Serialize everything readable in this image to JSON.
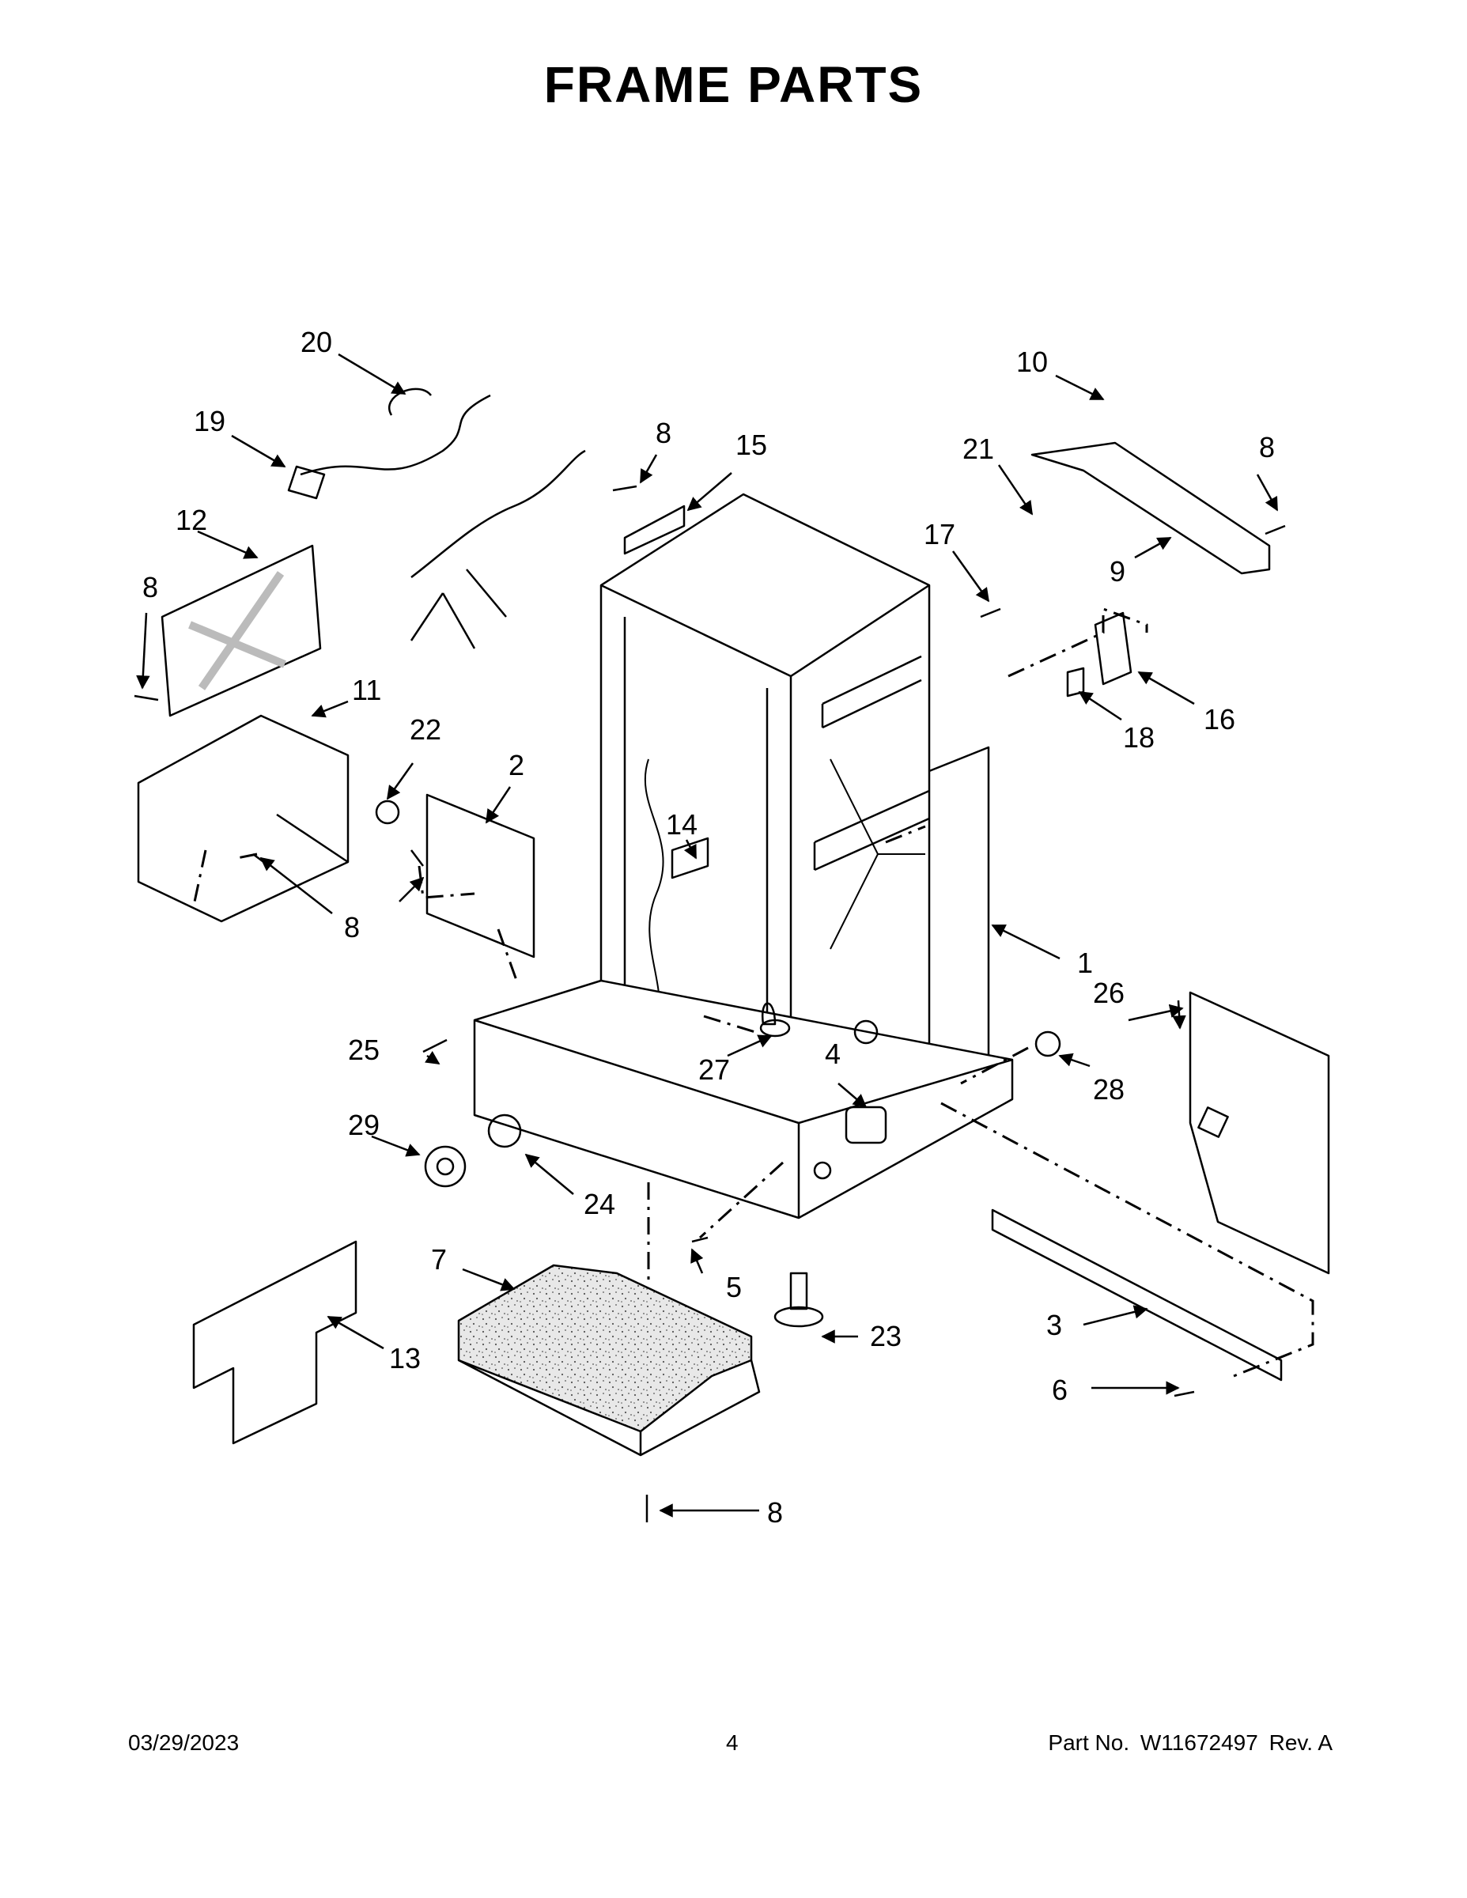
{
  "page": {
    "title": "FRAME PARTS",
    "footer": {
      "date": "03/29/2023",
      "page_number": "4",
      "part_label": "Part No.",
      "part_number": "W11672497",
      "revision": "Rev. A"
    }
  },
  "callouts": {
    "c1": "1",
    "c2": "2",
    "c3": "3",
    "c4": "4",
    "c5": "5",
    "c6": "6",
    "c7": "7",
    "c8": "8",
    "c9": "9",
    "c10": "10",
    "c11": "11",
    "c12": "12",
    "c13": "13",
    "c14": "14",
    "c15": "15",
    "c16": "16",
    "c17": "17",
    "c18": "18",
    "c19": "19",
    "c20": "20",
    "c21": "21",
    "c22": "22",
    "c23": "23",
    "c24": "24",
    "c25": "25",
    "c26": "26",
    "c27": "27",
    "c28": "28",
    "c29": "29"
  }
}
